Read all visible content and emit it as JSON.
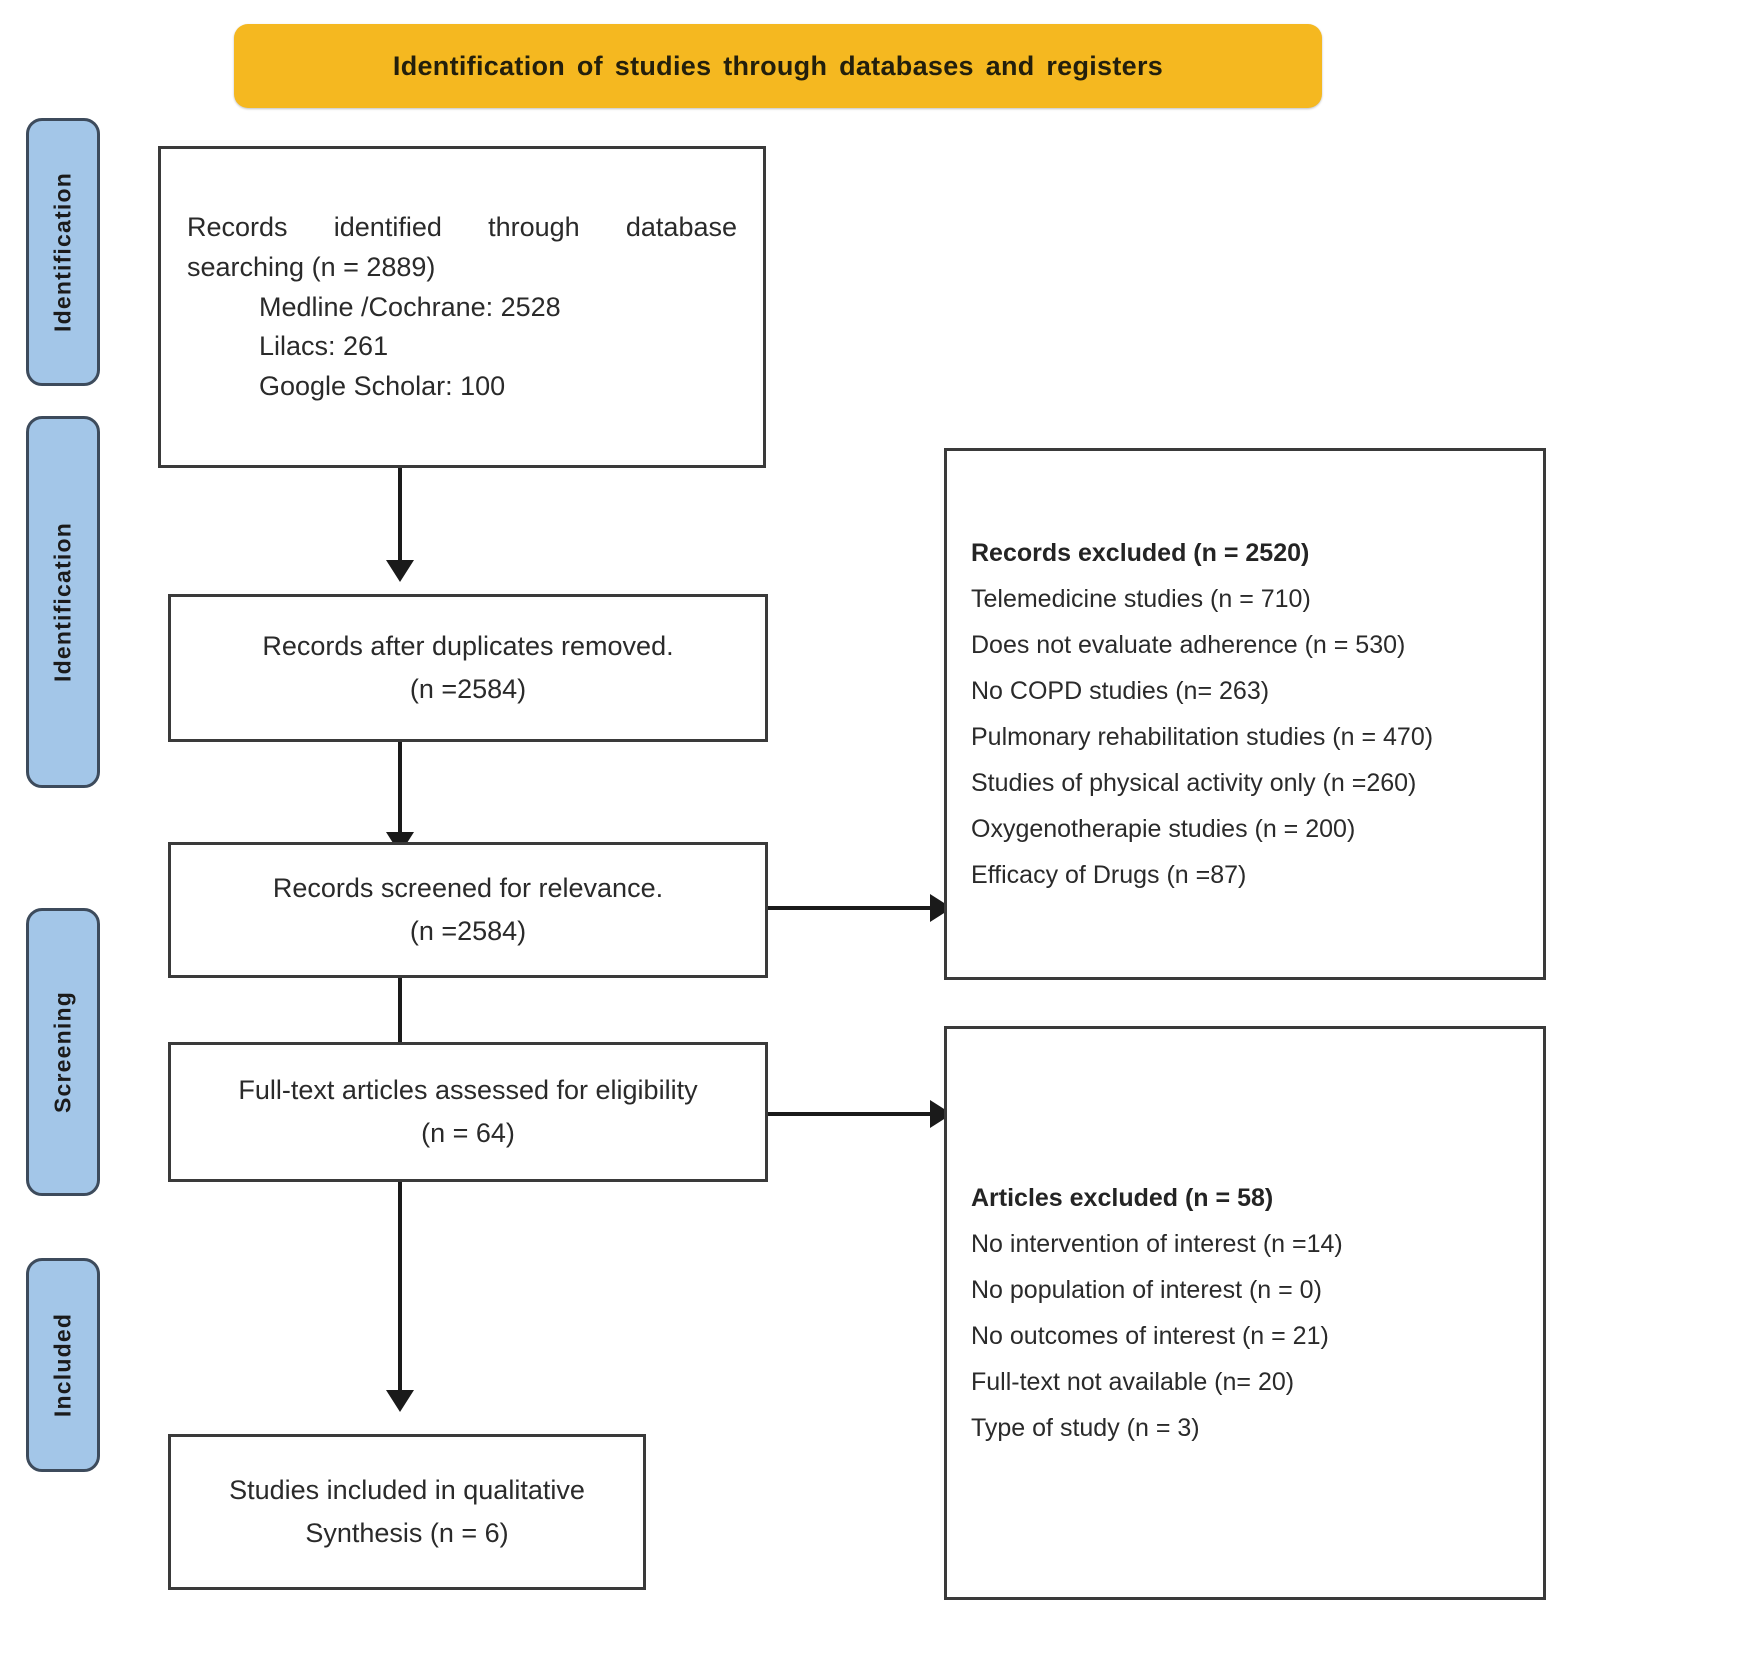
{
  "banner": {
    "title": "Identification of studies through databases and registers",
    "color": "#F5B820"
  },
  "stages": [
    {
      "label": "Identification"
    },
    {
      "label": "Identification"
    },
    {
      "label": "Screening"
    },
    {
      "label": "Included"
    }
  ],
  "stage_color": "#A3C6E8",
  "boxes": {
    "identified": {
      "main": "Records identified through database searching (n = 2889)",
      "sources": [
        "Medline /Cochrane: 2528",
        "Lilacs: 261",
        "Google Scholar: 100"
      ]
    },
    "duplicates_removed": {
      "line1": "Records after duplicates removed.",
      "line2": "(n =2584)"
    },
    "screened": {
      "line1": "Records screened for relevance.",
      "line2": "(n =2584)"
    },
    "fulltext_assessed": {
      "line1": "Full-text articles assessed for eligibility",
      "line2": "(n = 64)"
    },
    "included": {
      "line1": "Studies included in qualitative",
      "line2": "Synthesis (n = 6)"
    }
  },
  "exclusions": {
    "records_excluded": {
      "heading": "Records excluded (n = 2520)",
      "items": [
        "Telemedicine studies (n = 710)",
        "Does not evaluate adherence (n = 530)",
        "No COPD studies (n= 263)",
        "Pulmonary rehabilitation studies (n = 470)",
        "Studies of physical activity only (n =260)",
        "Oxygenotherapie studies (n = 200)",
        "Efficacy of Drugs (n =87)"
      ]
    },
    "articles_excluded": {
      "heading": "Articles excluded  (n = 58)",
      "items": [
        "No intervention of interest (n =14)",
        "No population of interest (n = 0)",
        "No outcomes of interest (n = 21)",
        "Full-text not available (n= 20)",
        "Type of study (n = 3)"
      ]
    }
  },
  "chart_data": {
    "type": "diagram",
    "title": "Identification of studies through databases and registers",
    "nodes": [
      {
        "id": "identified",
        "stage": "Identification",
        "n": 2889
      },
      {
        "id": "medline_cochrane",
        "stage": "Identification",
        "n": 2528
      },
      {
        "id": "lilacs",
        "stage": "Identification",
        "n": 261
      },
      {
        "id": "google_scholar",
        "stage": "Identification",
        "n": 100
      },
      {
        "id": "duplicates_removed",
        "stage": "Identification",
        "n": 2584
      },
      {
        "id": "screened",
        "stage": "Screening",
        "n": 2584
      },
      {
        "id": "records_excluded",
        "stage": "Screening",
        "n": 2520
      },
      {
        "id": "fulltext_assessed",
        "stage": "Screening",
        "n": 64
      },
      {
        "id": "articles_excluded",
        "stage": "Screening",
        "n": 58
      },
      {
        "id": "included",
        "stage": "Included",
        "n": 6
      }
    ]
  }
}
